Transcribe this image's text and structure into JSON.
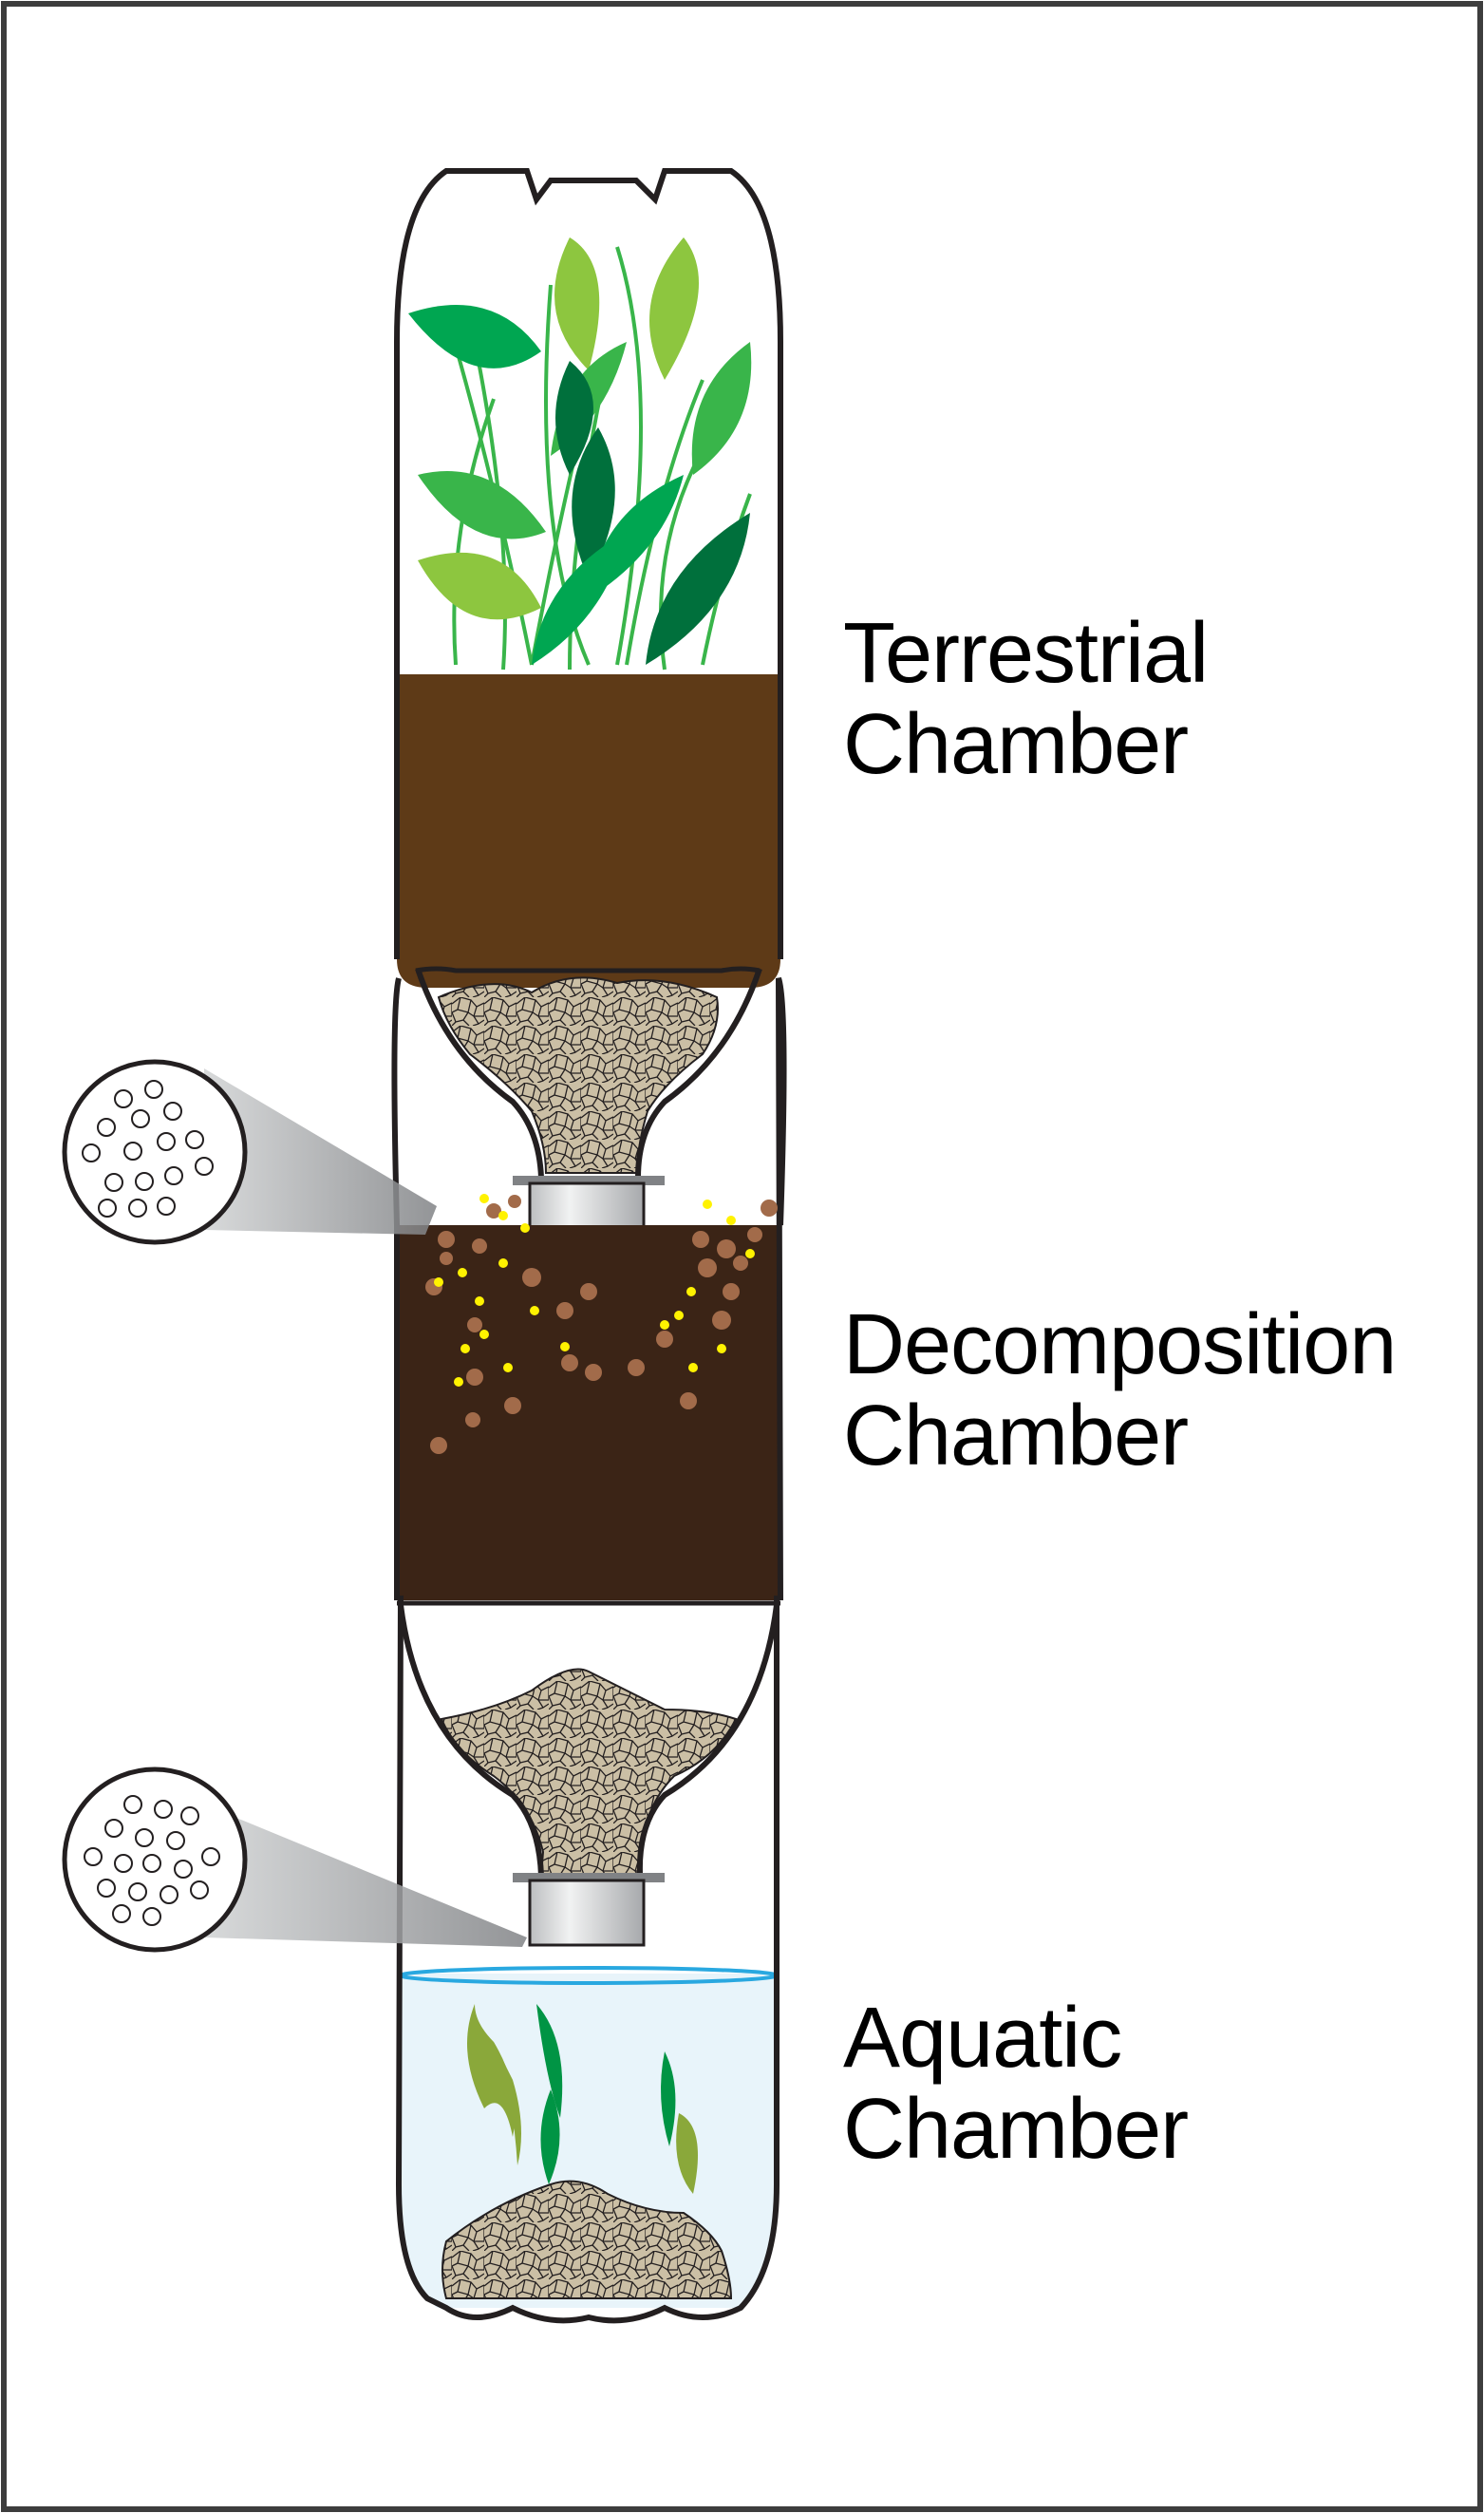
{
  "labels": {
    "terrestrial": {
      "line1": "Terrestrial",
      "line2": "Chamber"
    },
    "decomposition": {
      "line1": "Decomposition",
      "line2": "Chamber"
    },
    "aquatic": {
      "line1": "Aquatic",
      "line2": "Chamber"
    }
  },
  "colors": {
    "outline": "#231f20",
    "soil": "#5e3a17",
    "compost": "#3b2416",
    "gravel": "#cbbfa5",
    "water": "#e8f4fa",
    "water_line": "#29a8e0",
    "leaf_light": "#8dc63f",
    "leaf_mid": "#39b54a",
    "leaf_dark": "#00703c",
    "aquatic_plant_light": "#8aa83a",
    "aquatic_plant_dark": "#009444",
    "particle_brown": "#a26b4a",
    "particle_yellow": "#fff200"
  }
}
